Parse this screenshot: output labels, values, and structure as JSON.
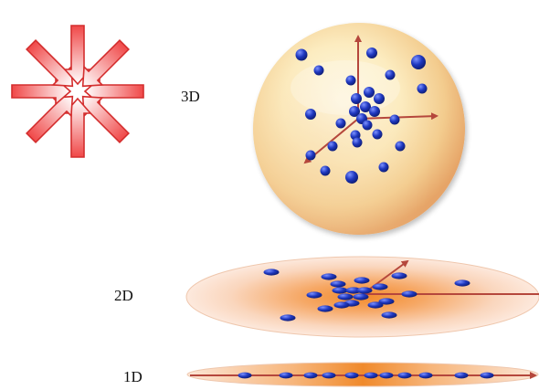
{
  "labels": {
    "three_d": "3D",
    "two_d": "2D",
    "one_d": "1D"
  },
  "icons": {
    "compression": "inward-arrows-icon"
  },
  "colors": {
    "arrow_fill_outer": "#fdf0f0",
    "arrow_fill_inner": "#f25a5a",
    "arrow_stroke": "#d42e2e",
    "axis": "#b5473c",
    "point": "#1d36b8",
    "point_highlight": "#7d92ff",
    "sphere_center": "#fff8d8",
    "sphere_edge": "#eab06f",
    "disk_center": "#f2902f",
    "disk_edge": "#fbe3d2"
  }
}
